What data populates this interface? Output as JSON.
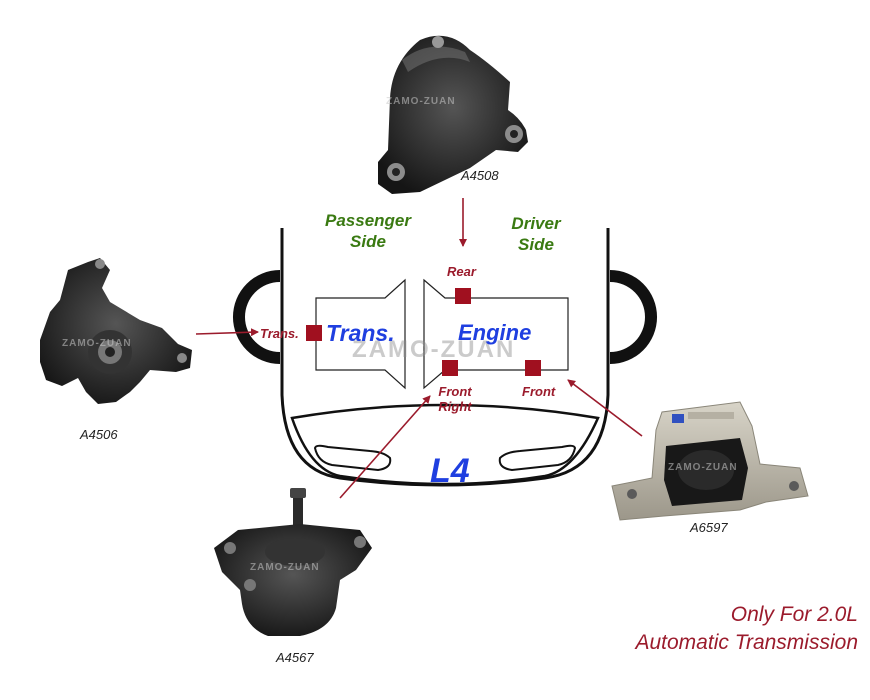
{
  "labels": {
    "passenger_side": [
      "Passenger",
      "Side"
    ],
    "driver_side": [
      "Driver",
      "Side"
    ],
    "trans_box": "Trans.",
    "engine_box": "Engine",
    "engine_type": "L4",
    "watermark": "ZAMO-ZUAN"
  },
  "mount_locations": {
    "rear": "Rear",
    "trans": "Trans.",
    "front_right": [
      "Front",
      "Right"
    ],
    "front": "Front"
  },
  "parts": {
    "top": "A4508",
    "left": "A4506",
    "bottom": "A4567",
    "right": "A6597"
  },
  "note": [
    "Only For 2.0L",
    "Automatic Transmission"
  ],
  "colors": {
    "arrow": "#9b1b2c",
    "mount_marker": "#a0101f",
    "side_text": "#3a7a12",
    "box_text": "#1f3fe0",
    "outline": "#111111"
  }
}
